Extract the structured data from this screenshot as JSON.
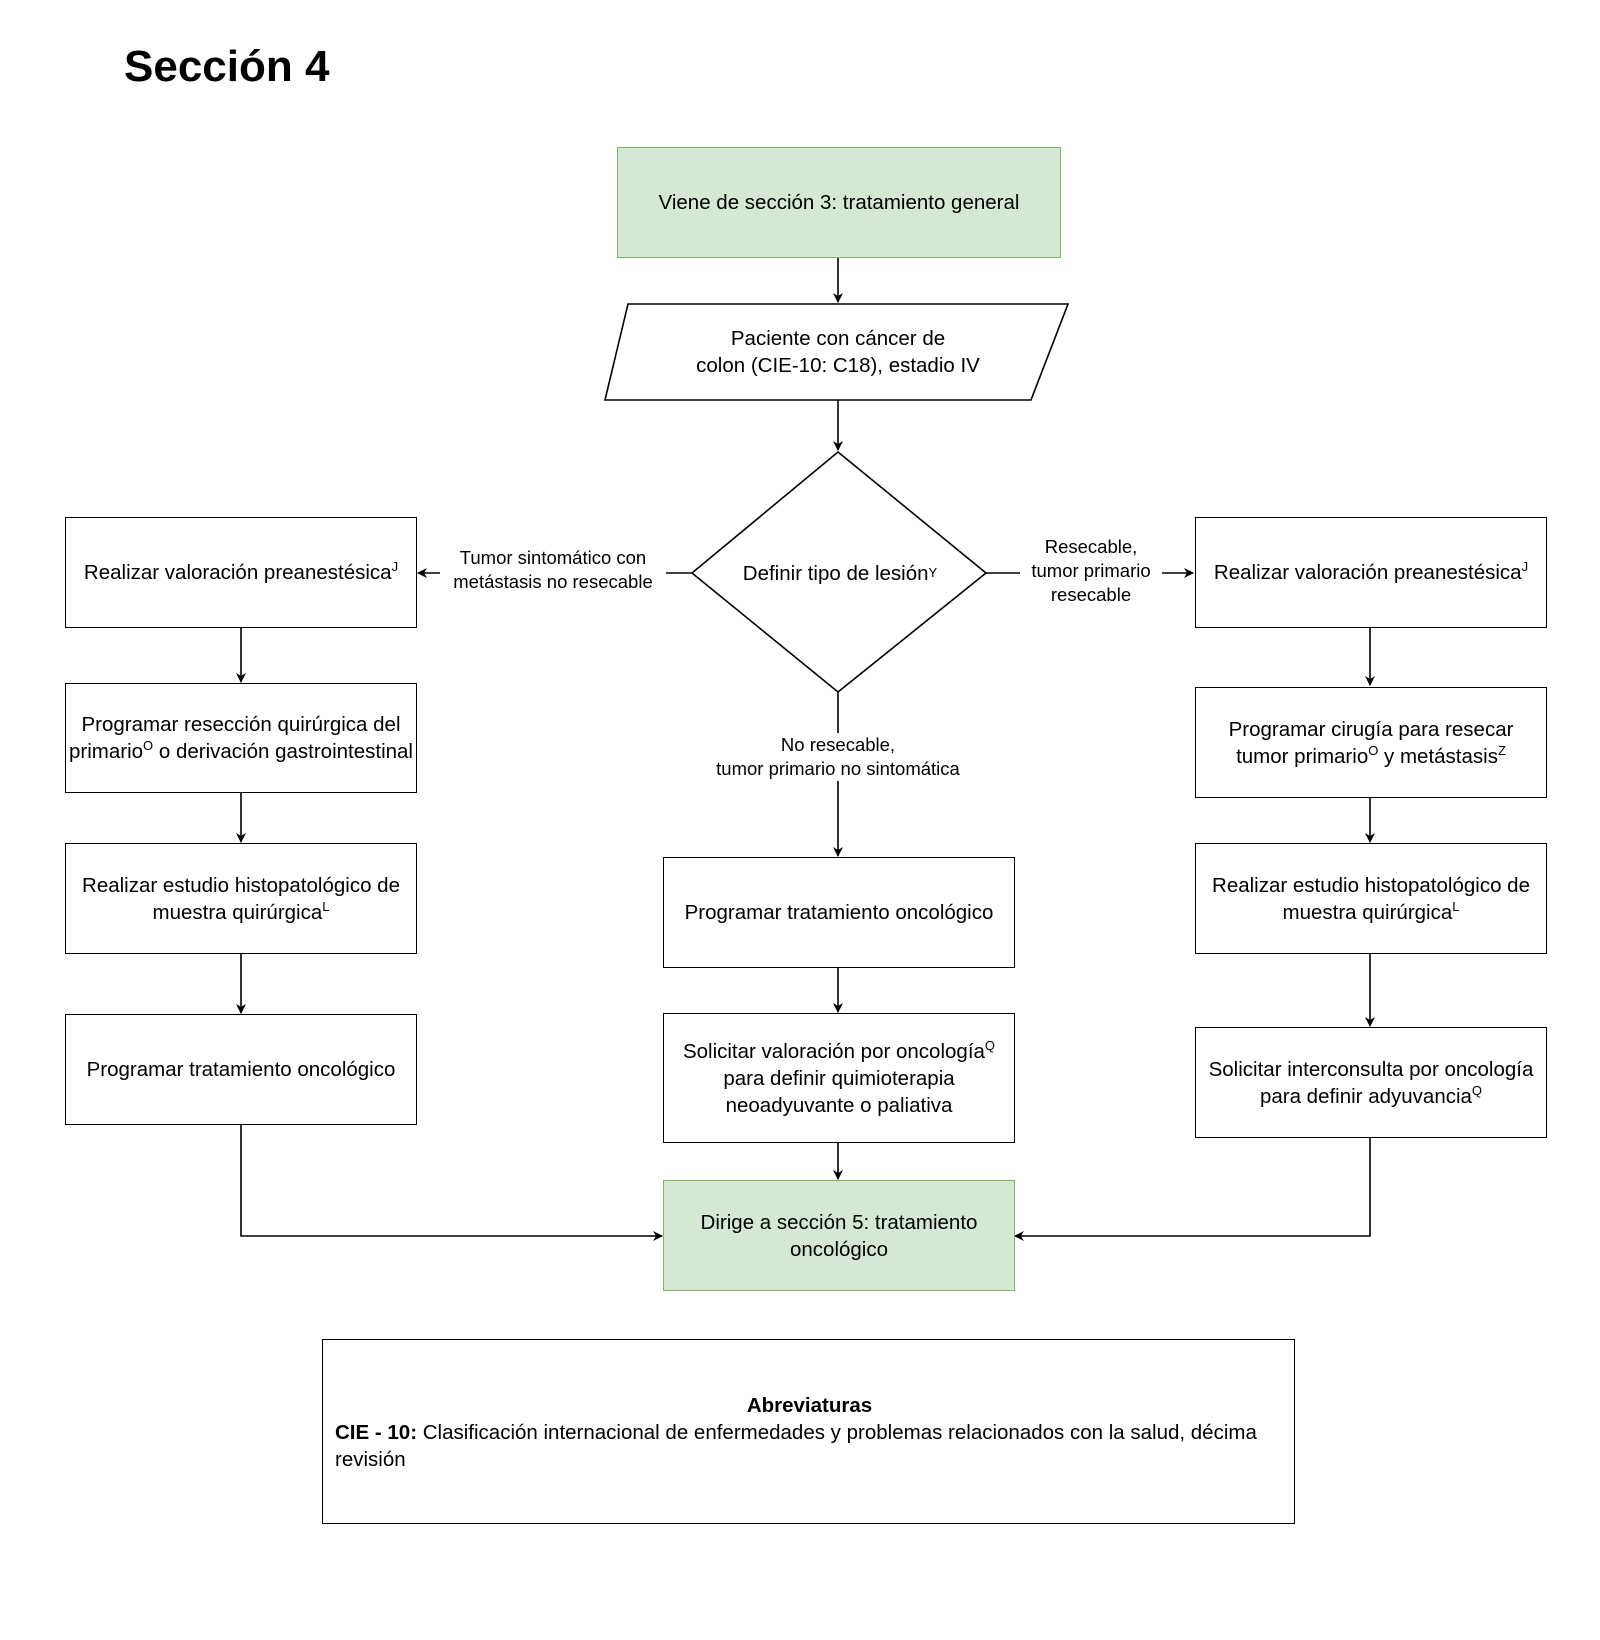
{
  "title": "Sección 4",
  "nodes": {
    "start": "Viene de sección 3: tratamiento general",
    "patient": {
      "line1": "Paciente con cáncer de",
      "line2": "colon (CIE-10: C18), estadio IV"
    },
    "decision": {
      "text": "Definir tipo de lesión",
      "sup": "Y"
    },
    "left": {
      "preanest": {
        "text": "Realizar valoración preanestésica",
        "sup": "J"
      },
      "resection": {
        "pre": "Programar resección quirúrgica del primario",
        "sup": "O",
        "post": " o derivación gastrointestinal"
      },
      "histo": {
        "text": "Realizar estudio histopatológico de muestra quirúrgica",
        "sup": "L"
      },
      "onco": "Programar tratamiento oncológico"
    },
    "center": {
      "onco": "Programar tratamiento oncológico",
      "valoracion": {
        "pre": "Solicitar valoración por oncología",
        "sup": "Q",
        "post": " para definir quimioterapia neoadyuvante o paliativa"
      }
    },
    "right": {
      "preanest": {
        "text": "Realizar valoración preanestésica",
        "sup": "J"
      },
      "surgery": {
        "pre": "Programar cirugía para resecar tumor primario",
        "sup1": "O",
        "mid": " y metástasis",
        "sup2": "Z"
      },
      "histo": {
        "text": "Realizar estudio histopatológico de muestra quirúrgica",
        "sup": "L"
      },
      "interconsulta": {
        "text": "Solicitar interconsulta por oncología para definir adyuvancia",
        "sup": "Q"
      }
    },
    "end": "Dirige a sección 5: tratamiento oncológico"
  },
  "edge_labels": {
    "left": {
      "line1": "Tumor sintomático con",
      "line2": "metástasis no resecable"
    },
    "right": {
      "line1": "Resecable,",
      "line2": "tumor primario",
      "line3": "resecable"
    },
    "down": {
      "line1": "No resecable,",
      "line2": "tumor primario no sintomática"
    }
  },
  "abbreviations": {
    "heading": "Abreviaturas",
    "term": "CIE - 10:",
    "definition": " Clasificación internacional de enfermedades y problemas relacionados con la salud, décima revisión"
  },
  "colors": {
    "terminal_fill": "#d5e8d4",
    "terminal_border": "#82b366"
  }
}
